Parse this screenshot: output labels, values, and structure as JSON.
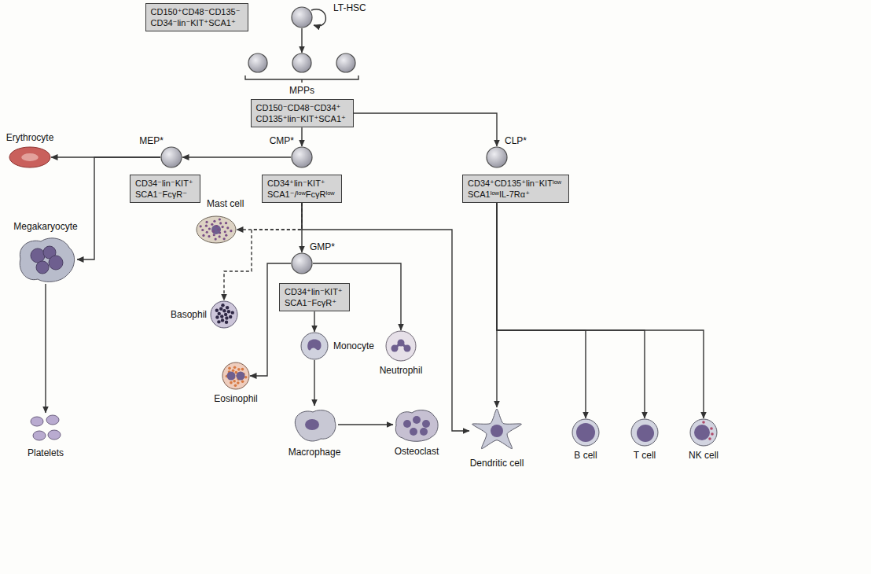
{
  "diagram": {
    "nodes": [
      {
        "text": [
          "CD150⁺CD48⁻CD135⁻ CD34⁻lin⁻KIT⁺SCA1⁺"
        ]
      },
      {
        "text": [
          "LT-HSC"
        ]
      },
      {
        "text": [
          "MPPs"
        ]
      },
      {
        "text": [
          "CD150⁻CD48⁻CD34⁺ CD135⁺lin⁻KIT⁺SCA1⁺"
        ]
      },
      {
        "text": [
          "Erythrocyte"
        ]
      },
      {
        "text": [
          "MEP*"
        ]
      },
      {
        "text": [
          "CMP*"
        ]
      },
      {
        "text": [
          "CLP*"
        ]
      },
      {
        "text": [
          "CD34⁻lin⁻KIT⁺ SCA1⁻FcγR⁻"
        ]
      },
      {
        "text": [
          "CD34⁺lin⁻KIT⁺ SCA1⁻/ˡᵒʷFcγRˡᵒʷ"
        ]
      },
      {
        "text": [
          "CD34⁺CD135⁺lin⁻KITˡᵒʷ SCA1ˡᵒʷIL-7Rα⁺"
        ]
      },
      {
        "text": [
          "Megakaryocyte"
        ]
      },
      {
        "text": [
          "Mast cell"
        ]
      },
      {
        "text": [
          "GMP*"
        ]
      },
      {
        "text": [
          "Basophil"
        ]
      },
      {
        "text": [
          "CD34⁺lin⁻KIT⁺ SCA1⁻FcγR⁺"
        ]
      },
      {
        "text": [
          "Monocyte"
        ]
      },
      {
        "text": [
          "Neutrophil"
        ]
      },
      {
        "text": [
          "Eosinophil"
        ]
      },
      {
        "text": [
          "Platelets"
        ]
      },
      {
        "text": [
          "Macrophage"
        ]
      },
      {
        "text": [
          "Osteoclast"
        ]
      },
      {
        "text": [
          "Dendritic cell"
        ]
      },
      {
        "text": [
          "B cell"
        ]
      },
      {
        "text": [
          "T cell"
        ]
      },
      {
        "text": [
          "NK cell"
        ]
      }
    ],
    "edges": [
      {
        "from": 1,
        "to": 2,
        "arrow": "to"
      },
      {
        "from": 3,
        "to": 6,
        "arrow": "to"
      },
      {
        "from": 3,
        "to": 7,
        "arrow": "to"
      },
      {
        "from": 6,
        "to": 5,
        "arrow": "to"
      },
      {
        "from": 5,
        "to": 4,
        "arrow": "to"
      },
      {
        "from": 5,
        "to": 11,
        "arrow": "to"
      },
      {
        "from": 9,
        "to": 12,
        "arrow": "to"
      },
      {
        "from": 9,
        "to": 14,
        "arrow": "to"
      },
      {
        "from": 9,
        "to": 13,
        "arrow": "to"
      },
      {
        "from": 9,
        "to": 22,
        "arrow": "to"
      },
      {
        "from": 10,
        "to": 22,
        "arrow": "to"
      },
      {
        "from": 10,
        "to": 23,
        "arrow": "to"
      },
      {
        "from": 10,
        "to": 24,
        "arrow": "to"
      },
      {
        "from": 10,
        "to": 25,
        "arrow": "to"
      },
      {
        "from": 13,
        "to": 18,
        "arrow": "to"
      },
      {
        "from": 13,
        "to": 17,
        "arrow": "to"
      },
      {
        "from": 15,
        "to": 16,
        "arrow": "to"
      },
      {
        "from": 16,
        "to": 20,
        "arrow": "to"
      },
      {
        "from": 20,
        "to": 21,
        "arrow": "to"
      },
      {
        "from": 11,
        "to": 19,
        "arrow": "to"
      }
    ]
  }
}
